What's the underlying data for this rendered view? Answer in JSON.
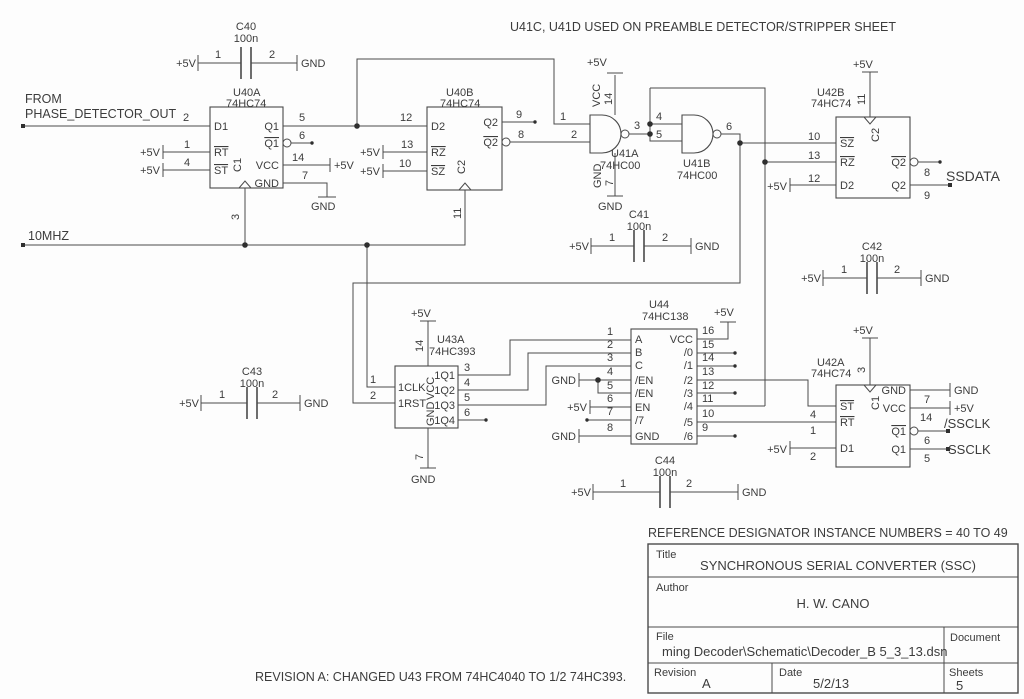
{
  "notes": {
    "top": "U41C, U41D USED ON PREAMBLE DETECTOR/STRIPPER SHEET",
    "reference": "REFERENCE DESIGNATOR INSTANCE NUMBERS = 40 TO 49",
    "revision": "REVISION A:  CHANGED U43 FROM 74HC4040 TO 1/2 74HC393."
  },
  "net_labels": {
    "from_line1": "FROM",
    "from_line2": "PHASE_DETECTOR_OUT",
    "clock": "10MHZ",
    "ssdata": "SSDATA",
    "ssclk_inv": "/SSCLK",
    "ssclk": "SSCLK"
  },
  "power": {
    "vcc": "+5V",
    "gnd": "GND"
  },
  "u40a": {
    "ref": "U40A",
    "part": "74HC74",
    "d": "D1",
    "rst": "RT",
    "set": "ST",
    "clk": "C1",
    "q": "Q1",
    "qn": "Q1",
    "vcc": "VCC",
    "gnd": "GND",
    "pin_d": "2",
    "pin_rst": "1",
    "pin_set": "4",
    "pin_clk": "3",
    "pin_q": "5",
    "pin_qn": "6",
    "pin_vcc": "14",
    "pin_gnd": "7"
  },
  "u40b": {
    "ref": "U40B",
    "part": "74HC74",
    "d": "D2",
    "rst": "RZ",
    "set": "SZ",
    "clk": "C2",
    "q": "Q2",
    "qn": "Q2",
    "pin_d": "12",
    "pin_rst": "13",
    "pin_set": "10",
    "pin_clk": "11",
    "pin_q": "9",
    "pin_qn": "8"
  },
  "u41a": {
    "ref": "U41A",
    "part": "74HC00",
    "vcc": "VCC",
    "gnd": "GND",
    "pin_in1": "1",
    "pin_in2": "2",
    "pin_out": "3",
    "pin_vcc": "14",
    "pin_gnd": "7"
  },
  "u41b": {
    "ref": "U41B",
    "part": "74HC00",
    "pin_in1": "4",
    "pin_in2": "5",
    "pin_out": "6"
  },
  "u42b": {
    "ref": "U42B",
    "part": "74HC74",
    "set": "SZ",
    "rst": "RZ",
    "d": "D2",
    "clk": "C2",
    "qn": "Q2",
    "q": "Q2",
    "pin_set": "10",
    "pin_rst": "13",
    "pin_d": "12",
    "pin_clk": "11",
    "pin_qn": "8",
    "pin_q": "9"
  },
  "u42a": {
    "ref": "U42A",
    "part": "74HC74",
    "set": "ST",
    "rst": "RT",
    "d": "D1",
    "clk": "C1",
    "gnd": "GND",
    "vcc": "VCC",
    "qn": "Q1",
    "q": "Q1",
    "pin_set": "4",
    "pin_rst": "1",
    "pin_d": "2",
    "pin_clk": "3",
    "pin_gnd": "7",
    "pin_vcc": "14",
    "pin_qn": "6",
    "pin_q": "5"
  },
  "u43a": {
    "ref": "U43A",
    "part": "74HC393",
    "clk": "1CLK",
    "rst": "1RST",
    "vcc": "VCC",
    "gnd": "GND",
    "q1": "1Q1",
    "q2": "1Q2",
    "q3": "1Q3",
    "q4": "1Q4",
    "pin_clk": "1",
    "pin_rst": "2",
    "pin_vcc": "14",
    "pin_gnd": "7",
    "pin_q1": "3",
    "pin_q2": "4",
    "pin_q3": "5",
    "pin_q4": "6"
  },
  "u44": {
    "ref": "U44",
    "part": "74HC138",
    "a": "A",
    "b": "B",
    "c": "C",
    "en1": "/EN",
    "en2": "/EN",
    "en3": "EN",
    "o7": "/7",
    "gnd": "GND",
    "vcc": "VCC",
    "o0": "/0",
    "o1": "/1",
    "o2": "/2",
    "o3": "/3",
    "o4": "/4",
    "o5": "/5",
    "o6": "/6",
    "pin_a": "1",
    "pin_b": "2",
    "pin_c": "3",
    "pin_en1": "4",
    "pin_en2": "5",
    "pin_en3": "6",
    "pin_o7": "7",
    "pin_gnd": "8",
    "pin_vcc": "16",
    "pin_o0": "15",
    "pin_o1": "14",
    "pin_o2": "13",
    "pin_o3": "12",
    "pin_o4": "11",
    "pin_o5": "10",
    "pin_o6": "9"
  },
  "c40": {
    "ref": "C40",
    "value": "100n",
    "pin1": "1",
    "pin2": "2"
  },
  "c41": {
    "ref": "C41",
    "value": "100n",
    "pin1": "1",
    "pin2": "2"
  },
  "c42": {
    "ref": "C42",
    "value": "100n",
    "pin1": "1",
    "pin2": "2"
  },
  "c43": {
    "ref": "C43",
    "value": "100n",
    "pin1": "1",
    "pin2": "2"
  },
  "c44": {
    "ref": "C44",
    "value": "100n",
    "pin1": "1",
    "pin2": "2"
  },
  "titleblock": {
    "title_label": "Title",
    "title": "SYNCHRONOUS SERIAL CONVERTER (SSC)",
    "author_label": "Author",
    "author": "H. W. CANO",
    "file_label": "File",
    "file": "ming Decoder\\Schematic\\Decoder_B 5_3_13.dsn",
    "document_label": "Document",
    "revision_label": "Revision",
    "revision": "A",
    "date_label": "Date",
    "date": "5/2/13",
    "sheets_label": "Sheets",
    "sheets": "5"
  },
  "colors": {
    "line": "#4a4a4a",
    "text": "#3c3c3c",
    "background": "#fdfdfd"
  }
}
